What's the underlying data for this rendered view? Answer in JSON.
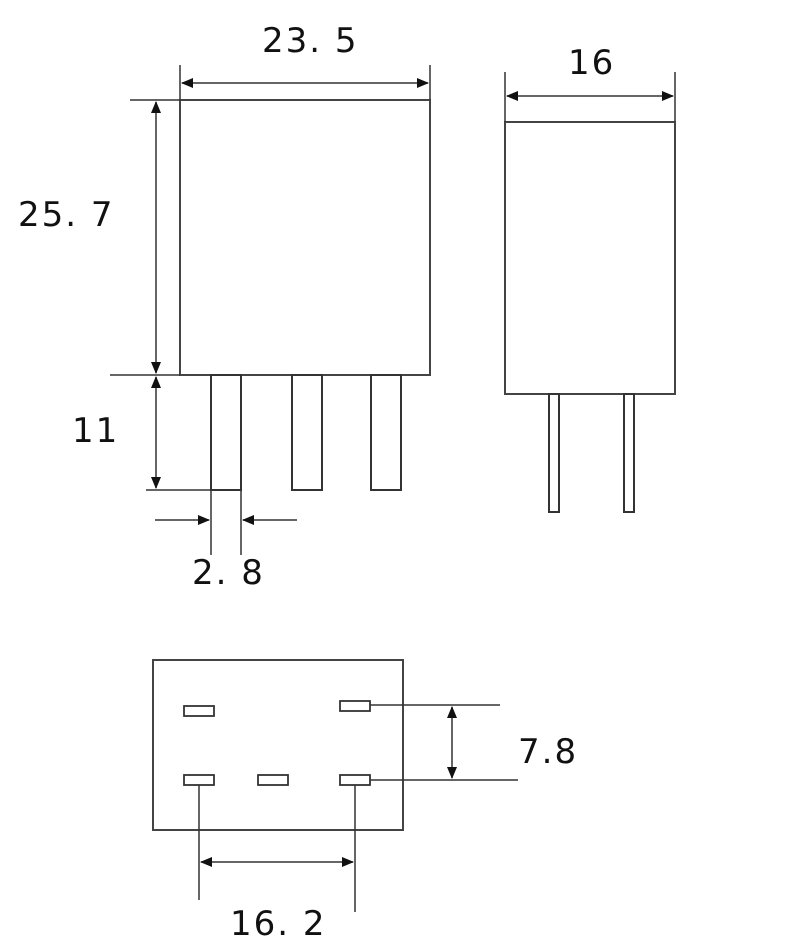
{
  "colors": {
    "line": "#333333",
    "text": "#111111",
    "background": "#ffffff"
  },
  "front_view": {
    "width_label": "23. 5",
    "height_label": "25. 7",
    "pin_length_label": "11",
    "pin_width_label": "2. 8"
  },
  "side_view": {
    "depth_label": "16"
  },
  "bottom_view": {
    "row_spacing_label": "7.8",
    "pin_spacing_label": "16. 2"
  }
}
